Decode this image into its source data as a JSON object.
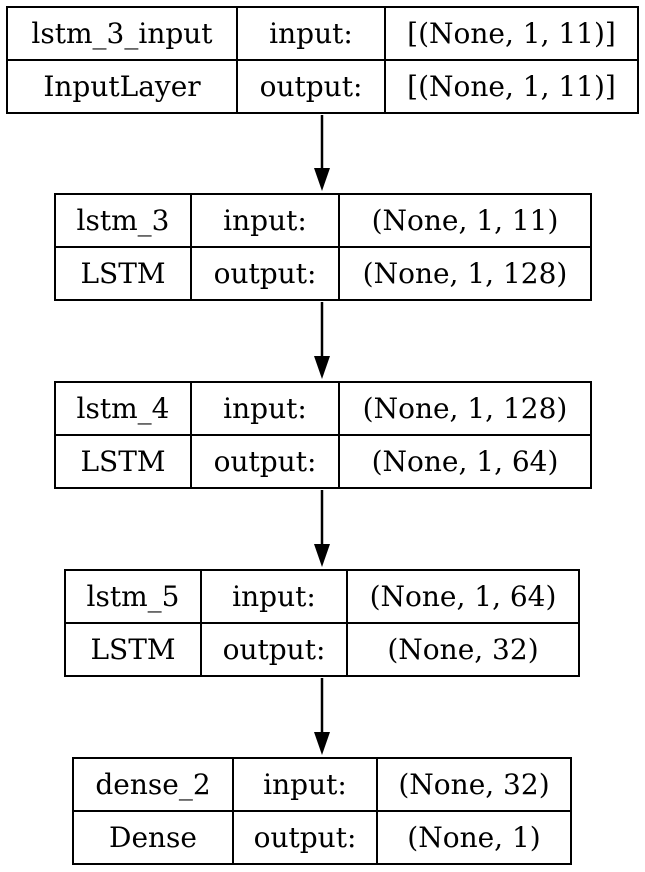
{
  "layers": [
    {
      "name": "lstm_3_input",
      "type": "InputLayer",
      "input_label": "input:",
      "output_label": "output:",
      "input_shape": "[(None, 1, 11)]",
      "output_shape": "[(None, 1, 11)]"
    },
    {
      "name": "lstm_3",
      "type": "LSTM",
      "input_label": "input:",
      "output_label": "output:",
      "input_shape": "(None, 1, 11)",
      "output_shape": "(None, 1, 128)"
    },
    {
      "name": "lstm_4",
      "type": "LSTM",
      "input_label": "input:",
      "output_label": "output:",
      "input_shape": "(None, 1, 128)",
      "output_shape": "(None, 1, 64)"
    },
    {
      "name": "lstm_5",
      "type": "LSTM",
      "input_label": "input:",
      "output_label": "output:",
      "input_shape": "(None, 1, 64)",
      "output_shape": "(None, 32)"
    },
    {
      "name": "dense_2",
      "type": "Dense",
      "input_label": "input:",
      "output_label": "output:",
      "input_shape": "(None, 32)",
      "output_shape": "(None, 1)"
    }
  ]
}
